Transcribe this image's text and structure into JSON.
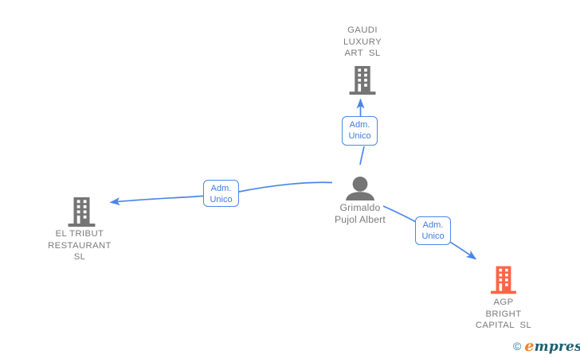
{
  "diagram": {
    "colors": {
      "edge": "#4A86E8",
      "label_border": "#4A86E8",
      "label_text": "#3D7BE0",
      "company_icon": "#757575",
      "company_icon_accent": "#FA6647",
      "person_icon": "#757575",
      "node_text": "#7A7A7A",
      "watermark_copyright": "#2C7E8C",
      "watermark_brand_first": "#EF8323",
      "watermark_brand_rest": "#1D5F6E"
    },
    "person": {
      "name_line1": "Grimaldo",
      "name_line2": "Pujol Albert"
    },
    "companies": {
      "top": {
        "name_line1": "GAUDI",
        "name_line2": "LUXURY",
        "name_line3": "ART  SL"
      },
      "left": {
        "name_line1": "EL TRIBUT",
        "name_line2": "RESTAURANT",
        "name_line3": "SL"
      },
      "right": {
        "name_line1": "AGP",
        "name_line2": "BRIGHT",
        "name_line3": "CAPITAL  SL"
      }
    },
    "edges": {
      "to_top": {
        "label_line1": "Adm.",
        "label_line2": "Unico"
      },
      "to_left": {
        "label_line1": "Adm.",
        "label_line2": "Unico"
      },
      "to_right": {
        "label_line1": "Adm.",
        "label_line2": "Unico"
      }
    },
    "watermark": {
      "copyright_symbol": "©",
      "brand_initial": "e",
      "brand_rest": "mpresia"
    }
  }
}
